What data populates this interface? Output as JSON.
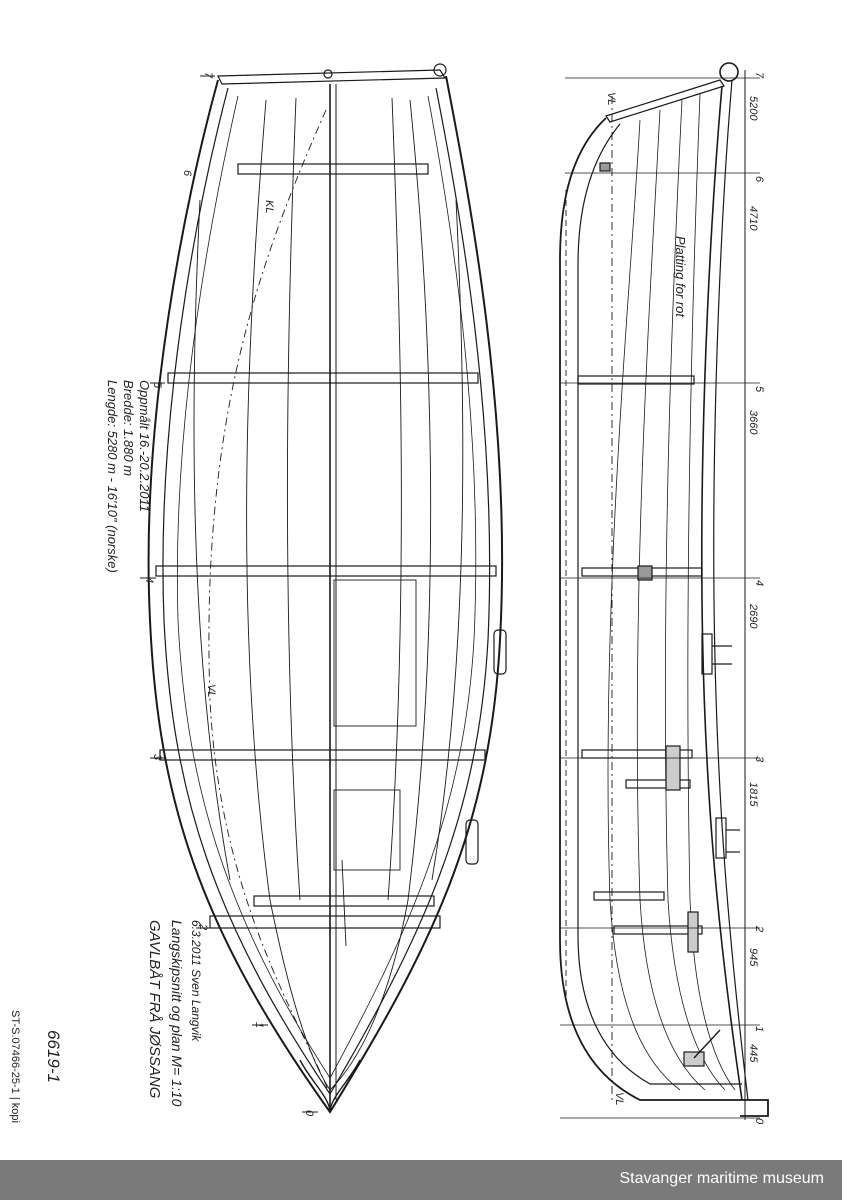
{
  "specs": {
    "length": "Lengde: 5280 m - 16'10\" (norske)",
    "breadth": "Bredde: 1.880 m",
    "measured": "Oppmålt 16.-20.2.2011"
  },
  "title_block": {
    "title": "GAVLBÅT FRÅ JØSSANG",
    "subtitle": "Langskipsnitt og plan M= 1:10",
    "date_author": "6.3.2011 Sven Langvik"
  },
  "drawing_number": "6619-1",
  "catalog_number": "ST-S.07466-25-1 | kopi",
  "plan_stations": [
    "7",
    "6",
    "5",
    "4",
    "3",
    "2",
    "1",
    "0"
  ],
  "profile_stations": [
    {
      "station": "7",
      "dist": "5200"
    },
    {
      "station": "6",
      "dist": "4710"
    },
    {
      "station": "5",
      "dist": "3660"
    },
    {
      "station": "4",
      "dist": "2690"
    },
    {
      "station": "3",
      "dist": "1815"
    },
    {
      "station": "2",
      "dist": "945"
    },
    {
      "station": "1",
      "dist": "445"
    },
    {
      "station": "0",
      "dist": ""
    }
  ],
  "annotations": {
    "planting": "Platting for rot",
    "vl_top": "VL",
    "vl_bottom": "VL",
    "kl": "KL",
    "vl_plan": "VL"
  },
  "footer": {
    "museum": "Stavanger maritime museum"
  }
}
